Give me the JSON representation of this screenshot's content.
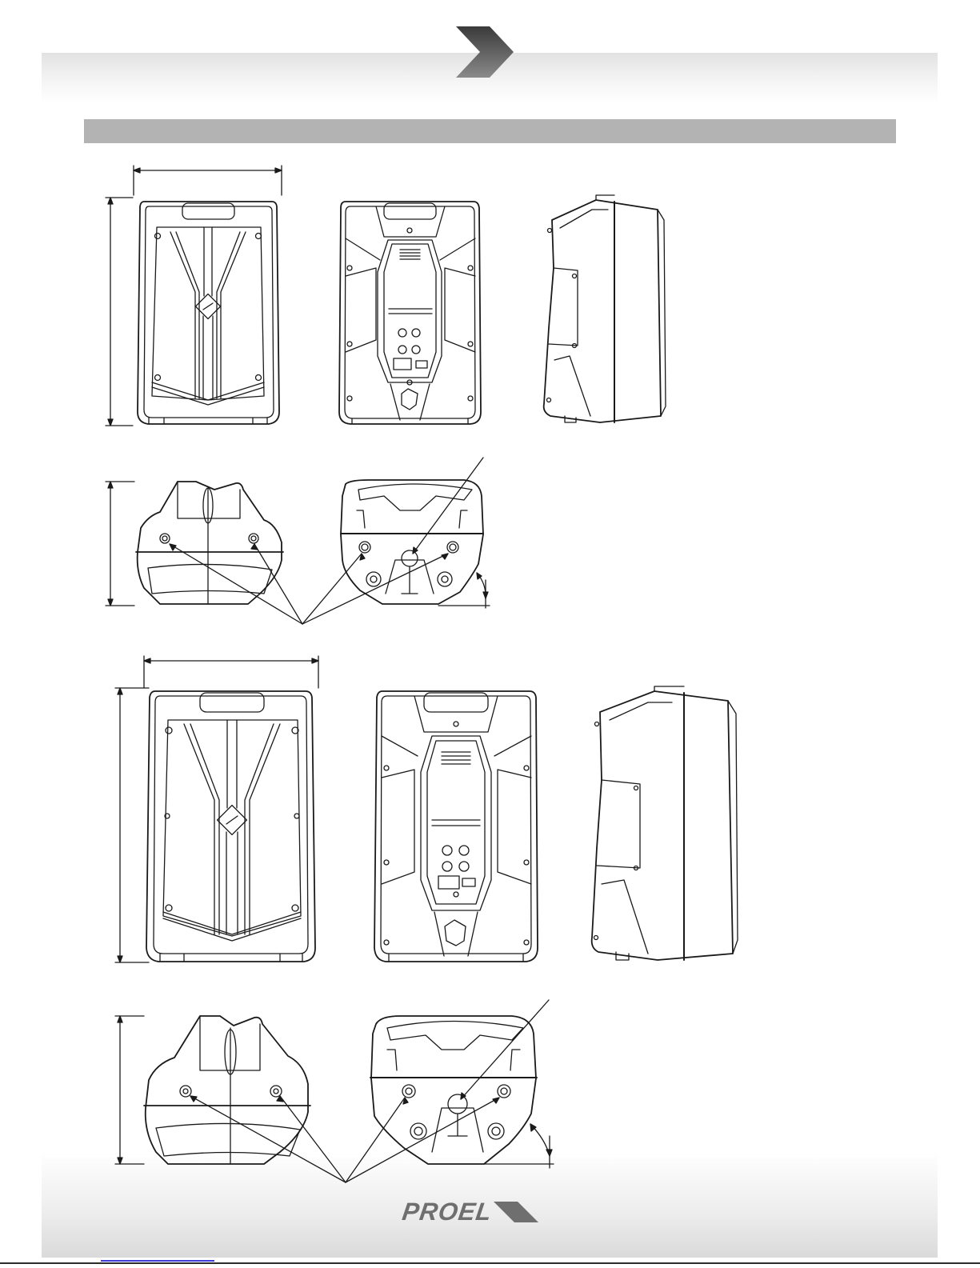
{
  "document": {
    "brand": "PROEL",
    "logo_lettering": "PROEL",
    "line_color": "#1a1a1a",
    "header_band_color": "#e6e6e6",
    "section_bar_color": "#b3b3b3",
    "icons": [
      "chevron-arrow-icon"
    ]
  },
  "figures": [
    {
      "id": "small-front-view"
    },
    {
      "id": "small-rear-view"
    },
    {
      "id": "small-side-view"
    },
    {
      "id": "small-top-view"
    },
    {
      "id": "small-bottom-view"
    },
    {
      "id": "large-front-view"
    },
    {
      "id": "large-rear-view"
    },
    {
      "id": "large-side-view"
    },
    {
      "id": "large-top-view"
    },
    {
      "id": "large-bottom-view"
    }
  ]
}
